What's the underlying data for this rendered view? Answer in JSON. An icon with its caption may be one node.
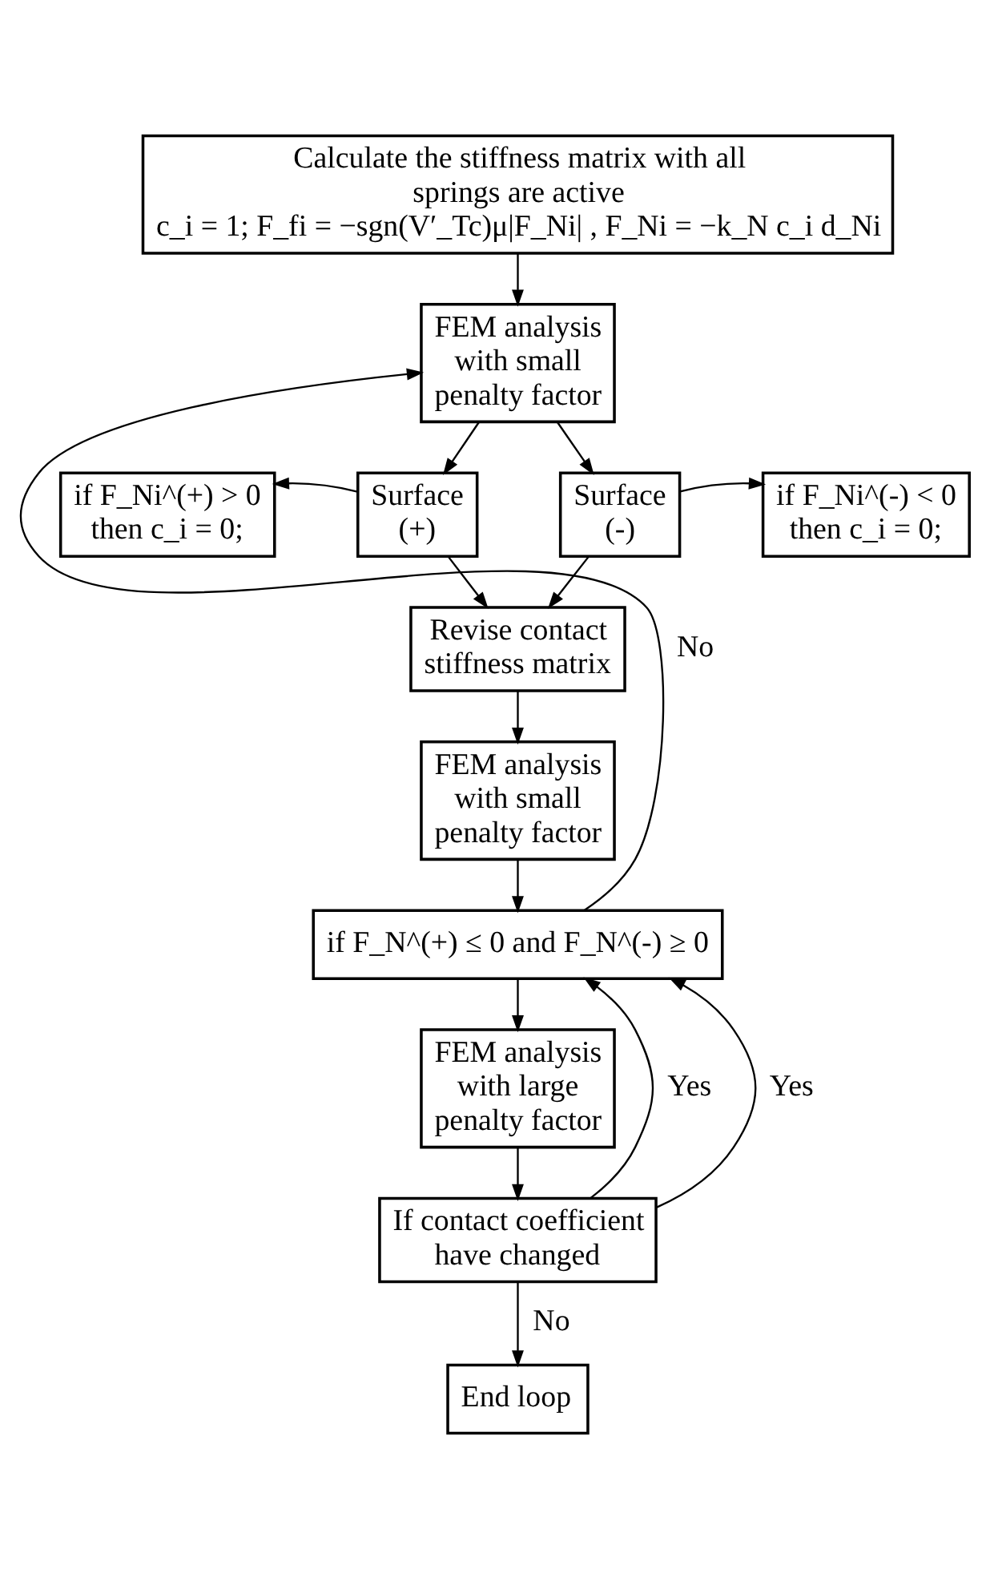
{
  "diagram": {
    "nodes": [
      {
        "text": [
          "Calculate the stiffness matrix with all springs are active",
          "c_i = 1; F_fi = −sgn(V′_Tc)μ|F_Ni| , F_Ni = −k_N c_i d_Ni"
        ]
      },
      {
        "text": [
          "FEM analysis with small penalty factor"
        ]
      },
      {
        "text": [
          "if F_Ni^(+) > 0 then c_i = 0;"
        ]
      },
      {
        "text": [
          "Surface (+)"
        ]
      },
      {
        "text": [
          "Surface (-)"
        ]
      },
      {
        "text": [
          "if F_Ni^(-) < 0 then c_i = 0;"
        ]
      },
      {
        "text": [
          "Revise contact stiffness matrix"
        ]
      },
      {
        "text": [
          "FEM analysis with small penalty factor"
        ]
      },
      {
        "text": [
          "if F_N^(+) ≤ 0 and F_N^(-) ≥ 0"
        ]
      },
      {
        "text": [
          "FEM analysis with large penalty factor"
        ]
      },
      {
        "text": [
          "If contact coefficient have changed"
        ]
      },
      {
        "text": [
          "End loop"
        ]
      }
    ],
    "edges": [
      {
        "from": 0,
        "to": 1,
        "arrow": "to"
      },
      {
        "from": 1,
        "to": 3,
        "arrow": "to"
      },
      {
        "from": 1,
        "to": 4,
        "arrow": "to"
      },
      {
        "from": 3,
        "to": 2,
        "arrow": "to"
      },
      {
        "from": 4,
        "to": 5,
        "arrow": "to"
      },
      {
        "from": 3,
        "to": 6,
        "arrow": "to"
      },
      {
        "from": 4,
        "to": 6,
        "arrow": "to"
      },
      {
        "from": 6,
        "to": 7,
        "arrow": "to"
      },
      {
        "from": 7,
        "to": 8,
        "arrow": "to"
      },
      {
        "from": 8,
        "to": 1,
        "arrow": "to",
        "label": "No"
      },
      {
        "from": 8,
        "to": 9,
        "arrow": "to"
      },
      {
        "from": 9,
        "to": 10,
        "arrow": "to"
      },
      {
        "from": 10,
        "to": 8,
        "arrow": "to",
        "label": "Yes"
      },
      {
        "from": 10,
        "to": 8,
        "arrow": "to",
        "label": "Yes"
      },
      {
        "from": 10,
        "to": 11,
        "arrow": "to",
        "label": "No"
      }
    ]
  }
}
